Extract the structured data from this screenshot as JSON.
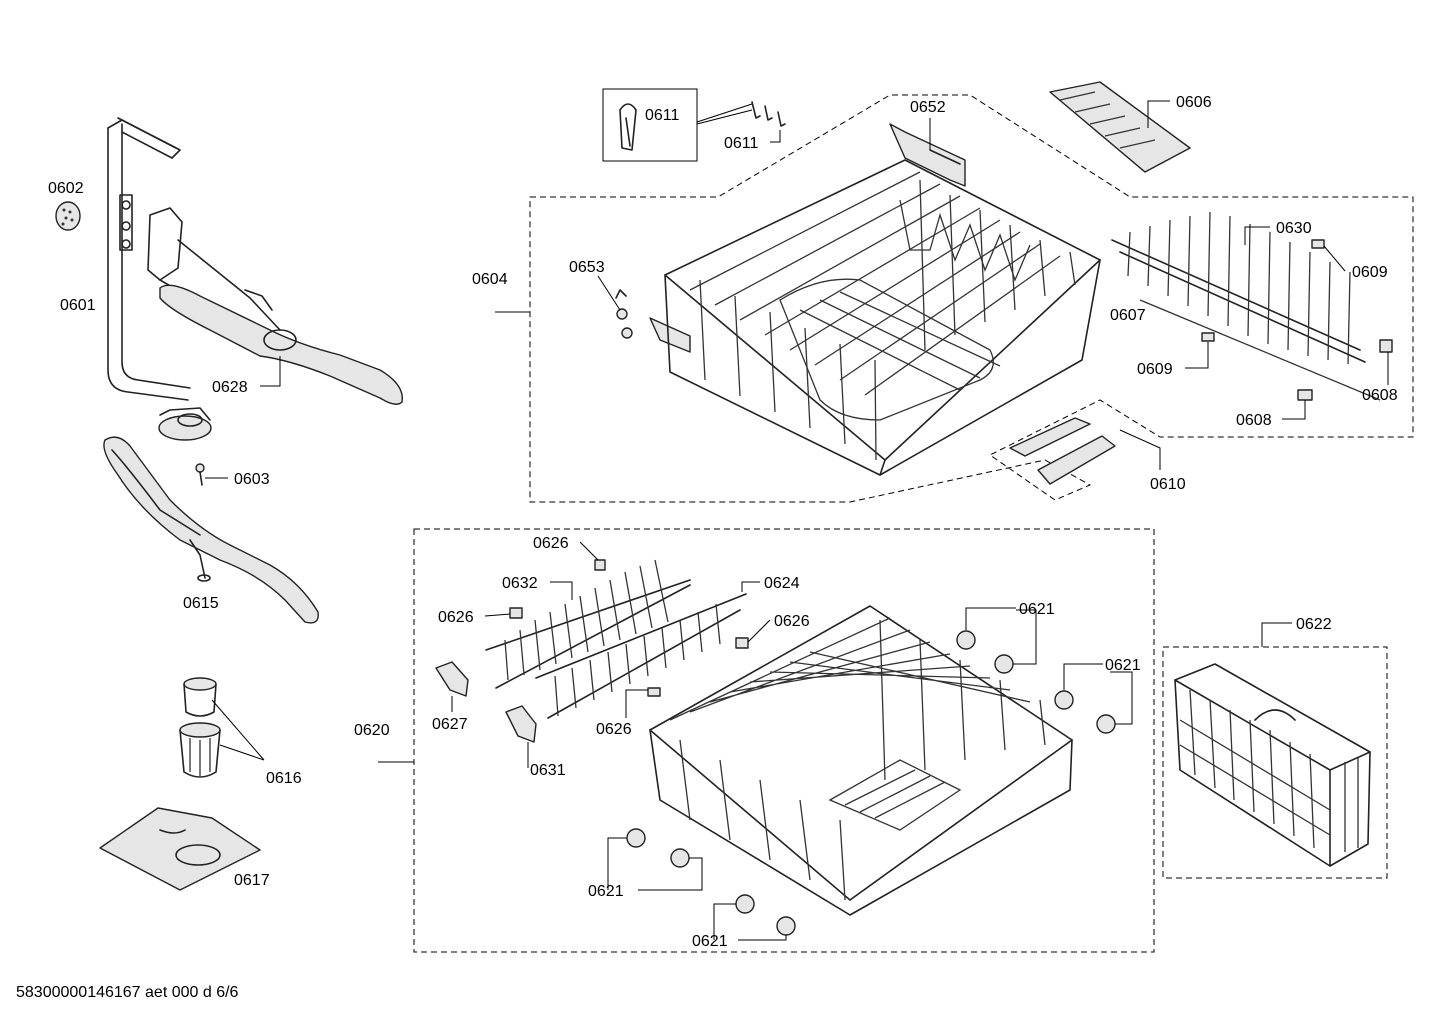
{
  "callouts": {
    "c0601": "0601",
    "c0602": "0602",
    "c0603": "0603",
    "c0604": "0604",
    "c0606": "0606",
    "c0607": "0607",
    "c0608a": "0608",
    "c0608b": "0608",
    "c0609a": "0609",
    "c0609b": "0609",
    "c0610": "0610",
    "c0611a": "0611",
    "c0611b": "0611",
    "c0615": "0615",
    "c0616": "0616",
    "c0617": "0617",
    "c0620": "0620",
    "c0621a": "0621",
    "c0621b": "0621",
    "c0621c": "0621",
    "c0621d": "0621",
    "c0622": "0622",
    "c0624": "0624",
    "c0626a": "0626",
    "c0626b": "0626",
    "c0626c": "0626",
    "c0626d": "0626",
    "c0627": "0627",
    "c0628": "0628",
    "c0630": "0630",
    "c0631": "0631",
    "c0632": "0632",
    "c0652": "0652",
    "c0653": "0653"
  },
  "footer": {
    "doc_id": "58300000146167 aet 000 d 6/6"
  }
}
